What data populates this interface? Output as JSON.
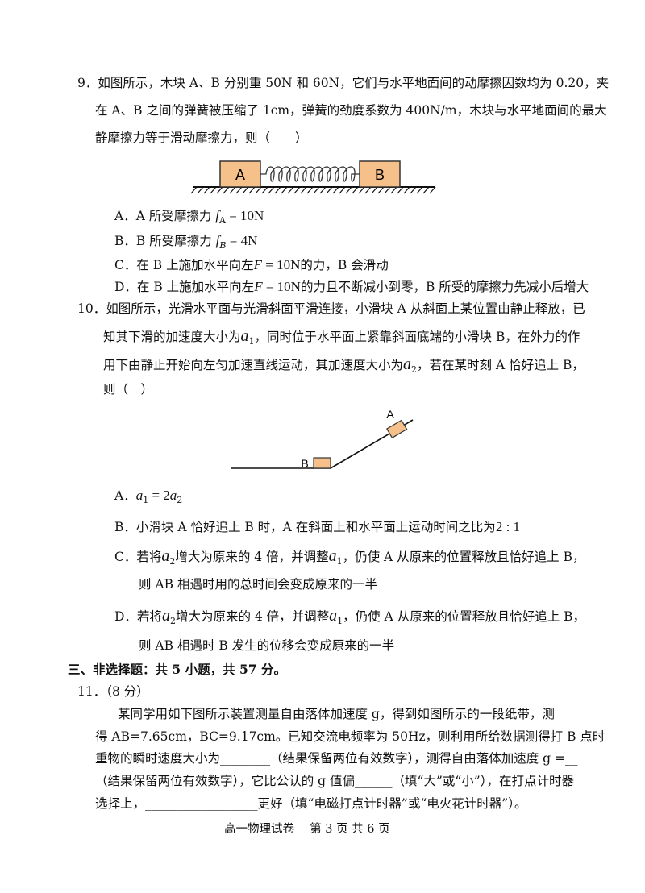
{
  "q9": {
    "number": "9．",
    "stem_line1": "如图所示，木块 A、B 分别重 50N 和 60N，它们与水平地面间的动摩擦因数均为 0.20，夹",
    "stem_line2": "在 A、B 之间的弹簧被压缩了 1cm，弹簧的劲度系数为 400N/m，木块与水平地面间的最大",
    "stem_line3": "静摩擦力等于滑动摩擦力，则（　　）",
    "figure": {
      "block_a": "A",
      "block_b": "B"
    },
    "options": {
      "a_prefix": "A．A 所受摩擦力",
      "a_math": "f",
      "a_sub": "A",
      "a_value": " = 10N",
      "b_prefix": "B．B 所受摩擦力",
      "b_math": "f",
      "b_sub": "B",
      "b_value": " = 4N",
      "c_prefix": "C．在 B 上施加水平向左",
      "c_math": "F",
      "c_value": " = 10N",
      "c_suffix": "的力，B 会滑动",
      "d_prefix": "D．在 B 上施加水平向左",
      "d_math": "F",
      "d_value": " = 10N",
      "d_suffix": "的力且不断减小到零，B 所受的摩擦力先减小后增大"
    }
  },
  "q10": {
    "number": "10．",
    "stem_line1": "如图所示，光滑水平面与光滑斜面平滑连接，小滑块 A 从斜面上某位置由静止释放，已",
    "stem_line2_pre": "知其下滑的加速度大小为",
    "stem_line2_math": "a",
    "stem_line2_sub": "1",
    "stem_line2_post": "，同时位于水平面上紧靠斜面底端的小滑块 B，在外力的作",
    "stem_line3_pre": "用下由静止开始向左匀加速直线运动，其加速度大小为",
    "stem_line3_math": "a",
    "stem_line3_sub": "2",
    "stem_line3_post": "，若在某时刻 A 恰好追上 B，",
    "stem_line4": "则（　）",
    "figure": {
      "block_a": "A",
      "block_b": "B"
    },
    "options": {
      "a_prefix": "A．",
      "a_formula_l": "a",
      "a_formula_lsub": "1",
      "a_formula_mid": " = 2",
      "a_formula_r": "a",
      "a_formula_rsub": "2",
      "b_text": "B．小滑块 A 恰好追上 B 时，A 在斜面上和水平面上运动时间之比为",
      "b_ratio": "2 : 1",
      "c_pre": "C．若将",
      "c_math1": "a",
      "c_sub1": "2",
      "c_mid": "增大为原来的 4 倍，并调整",
      "c_math2": "a",
      "c_sub2": "1",
      "c_post": "，仍使 A 从原来的位置释放且恰好追上 B，",
      "c_line2": "则 AB 相遇时用的总时间会变成原来的一半",
      "d_pre": "D．若将",
      "d_math1": "a",
      "d_sub1": "2",
      "d_mid": "增大为原来的 4 倍，并调整",
      "d_math2": "a",
      "d_sub2": "1",
      "d_post": "，仍使 A 从原来的位置释放且恰好追上 B，",
      "d_line2": "则 AB 相遇时 B 发生的位移会变成原来的一半"
    }
  },
  "section3": {
    "heading": "三、非选择题：共 5 小题，共 57 分。"
  },
  "q11": {
    "number": "11．（8 分）",
    "line1": "某同学用如下图所示装置测量自由落体加速度 g，得到如图所示的一段纸带，测",
    "line2": "得 AB=7.65cm，BC=9.17cm。已知交流电频率为 50Hz，则利用所给数据测得打 B 点时",
    "line3": "重物的瞬时速度大小为________（结果保留两位有效数字），测得自由落体加速度 g =__",
    "line4": "（结果保留两位有效数字），它比公认的 g 值偏______（填“大”或“小”），在打点计时器",
    "line5": "选择上，__________________更好（填“电磁打点计时器”或“电火花计时器”）。"
  },
  "footer": {
    "text": "高一物理试卷　 第 3 页 共 6 页"
  },
  "colors": {
    "block_fill": "#f6c08a",
    "block_stroke": "#333333",
    "ink": "#111111"
  }
}
